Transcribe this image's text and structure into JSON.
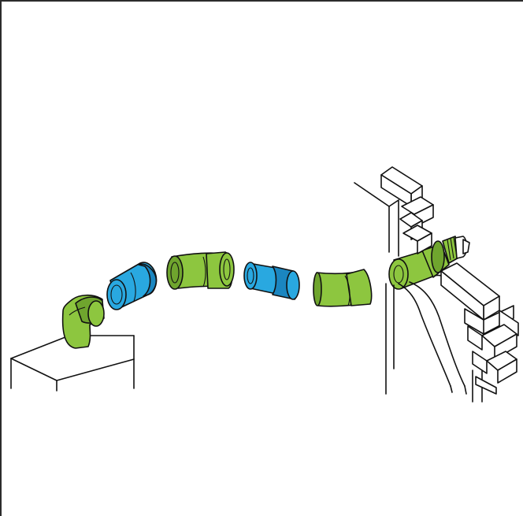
{
  "diagram": {
    "subject": "flue-pipe-installation-exploded-view",
    "colors": {
      "green_part": "#8dc63f",
      "green_shade": "#6fa52e",
      "blue_part": "#29a8e0",
      "blue_shade": "#1b86c0",
      "outline": "#111111",
      "background": "#ffffff"
    },
    "components": [
      {
        "id": "boiler",
        "icon": "boiler-unit"
      },
      {
        "id": "elbow-90",
        "icon": "green-elbow-90"
      },
      {
        "id": "extension-1",
        "icon": "blue-straight-extension"
      },
      {
        "id": "bend-long",
        "icon": "green-long-bend"
      },
      {
        "id": "extension-2",
        "icon": "blue-straight-extension"
      },
      {
        "id": "bend-45",
        "icon": "green-45-bend"
      },
      {
        "id": "terminal",
        "icon": "green-wall-terminal"
      },
      {
        "id": "wall",
        "icon": "brick-wall-section"
      }
    ]
  }
}
